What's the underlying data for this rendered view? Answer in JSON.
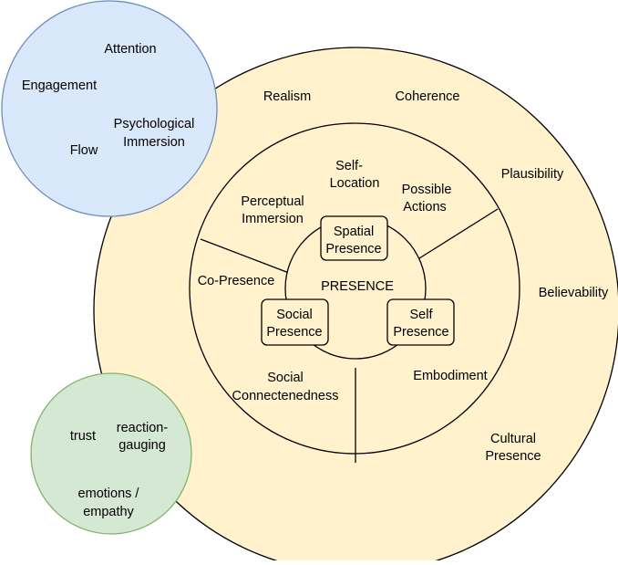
{
  "colors": {
    "outer_fill": "#FFF2CC",
    "outer_stroke": "#000000",
    "blue_fill": "#DAE8FC",
    "blue_stroke": "#6C8EBF",
    "green_fill": "#D5E8D4",
    "green_stroke": "#82B366",
    "inner_fill": "#FFF2CC",
    "box_fill": "#FFF2CC"
  },
  "outer_ring": {
    "realism": "Realism",
    "coherence": "Coherence",
    "plausibility": "Plausibility",
    "believability": "Believability",
    "cultural_presence": [
      "Cultural",
      "Presence"
    ]
  },
  "blue_circle": {
    "attention": "Attention",
    "engagement": "Engagement",
    "psychological_immersion": [
      "Psychological",
      "Immersion"
    ],
    "flow": "Flow"
  },
  "green_circle": {
    "trust": "trust",
    "reaction_gauging": [
      "reaction-",
      "gauging"
    ],
    "emotions_empathy": [
      "emotions /",
      "empathy"
    ]
  },
  "middle_ring": {
    "self_location": [
      "Self-",
      "Location"
    ],
    "possible_actions": [
      "Possible",
      "Actions"
    ],
    "perceptual_immersion": [
      "Perceptual",
      "Immersion"
    ],
    "co_presence": "Co-Presence",
    "embodiment": "Embodiment",
    "social_connectedness": [
      "Social",
      "Connectenedness"
    ]
  },
  "core": {
    "title": "PRESENCE",
    "spatial_presence": [
      "Spatial",
      "Presence"
    ],
    "social_presence": [
      "Social",
      "Presence"
    ],
    "self_presence": [
      "Self",
      "Presence"
    ]
  }
}
